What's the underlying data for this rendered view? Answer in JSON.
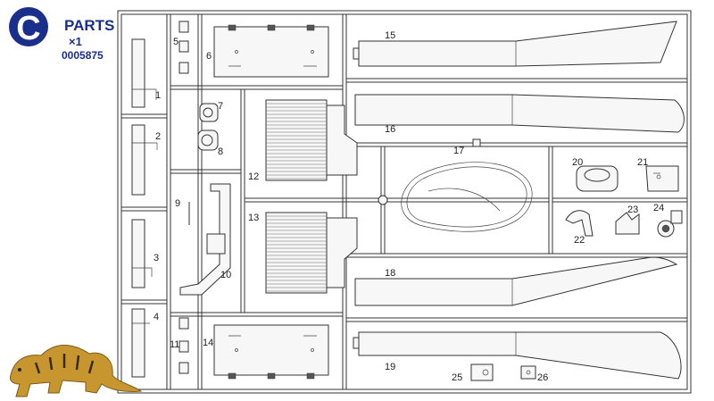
{
  "header": {
    "badge_letter": "C",
    "title": "PARTS",
    "quantity": "×1",
    "part_number": "0005875"
  },
  "colors": {
    "badge": "#1a2f8c",
    "line": "#333333",
    "tiger": "#c8962e"
  },
  "part_labels": {
    "p1": "1",
    "p2": "2",
    "p3": "3",
    "p4": "4",
    "p5": "5",
    "p6": "6",
    "p7": "7",
    "p8": "8",
    "p9": "9",
    "p10": "10",
    "p11": "11",
    "p12": "12",
    "p13": "13",
    "p14": "14",
    "p15": "15",
    "p16": "16",
    "p17": "17",
    "p18": "18",
    "p19": "19",
    "p20": "20",
    "p21": "21",
    "p22": "22",
    "p23": "23",
    "p24": "24",
    "p25": "25",
    "p26": "26"
  },
  "logo": {
    "icon": "tiger-logo-icon"
  }
}
